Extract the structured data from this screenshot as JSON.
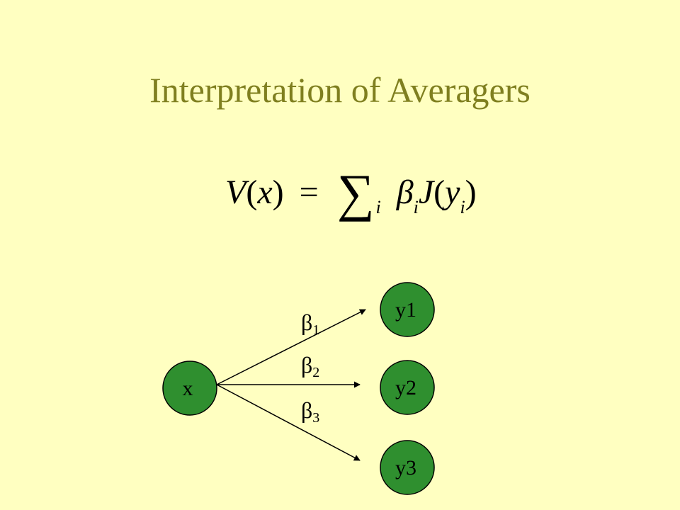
{
  "slide": {
    "title": "Interpretation of Averagers",
    "formula": {
      "lhs": "V",
      "lhs_paren_open": "(",
      "lhs_arg": "x",
      "lhs_paren_close": ")",
      "equals": "=",
      "sum_symbol": "∑",
      "sum_index": "i",
      "coef": "β",
      "coef_index": "i",
      "func": "J",
      "func_paren_open": "(",
      "func_arg": "y",
      "func_arg_index": "i",
      "func_paren_close": ")"
    }
  },
  "diagram": {
    "colors": {
      "node_fill": "#2f8f2f",
      "node_stroke": "#000000",
      "edge": "#000000",
      "background": "#ffffc1",
      "title": "#7f7f1f"
    },
    "source": {
      "label": "x"
    },
    "targets": [
      {
        "label": "y1"
      },
      {
        "label": "y2"
      },
      {
        "label": "y3"
      }
    ],
    "weights": [
      {
        "symbol": "β",
        "subscript": "1"
      },
      {
        "symbol": "β",
        "subscript": "2"
      },
      {
        "symbol": "β",
        "subscript": "3"
      }
    ]
  }
}
